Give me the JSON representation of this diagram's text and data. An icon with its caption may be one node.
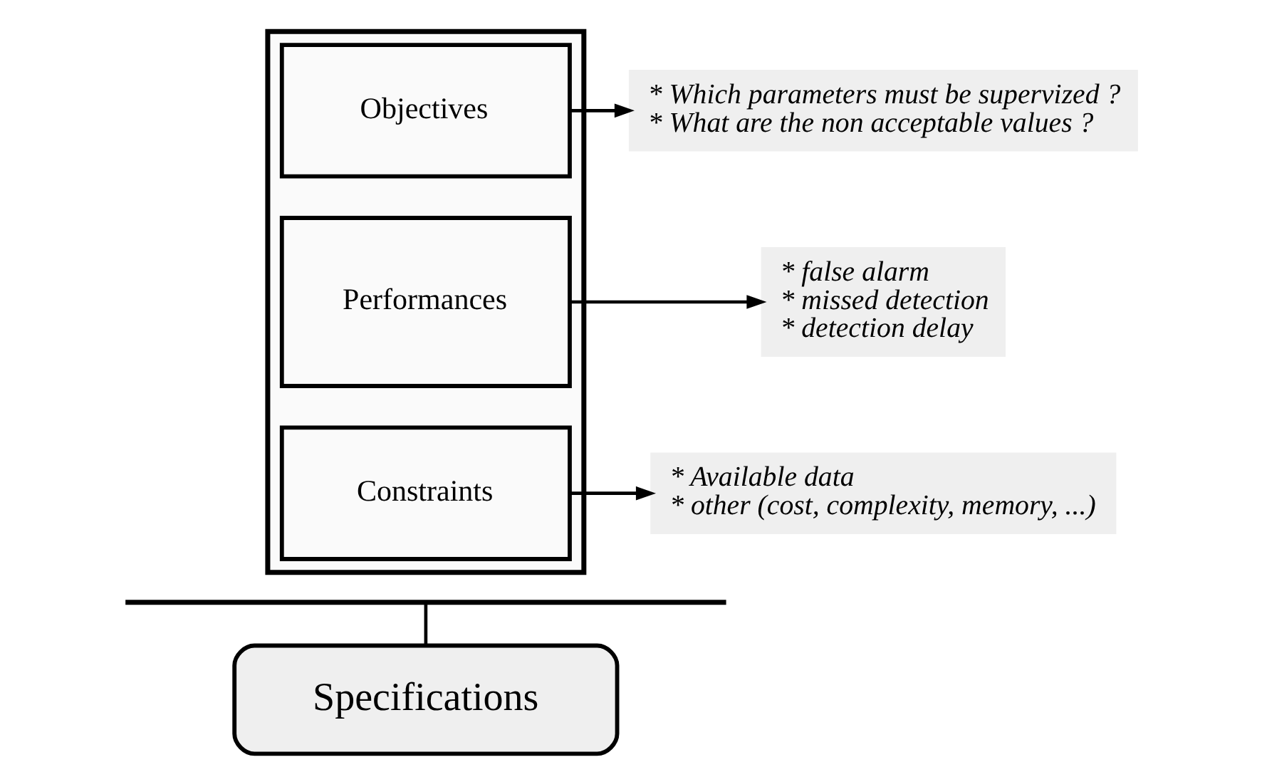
{
  "diagram": {
    "nodes": [
      {
        "text": [],
        "shape": "box"
      },
      {
        "text": [
          "Objectives"
        ],
        "in": 0
      },
      {
        "text": [
          "* Which parameters must be supervized ?",
          "* What are the non acceptable values ?"
        ]
      },
      {
        "text": [
          "Performances"
        ],
        "in": 0
      },
      {
        "text": [
          "* false alarm",
          "* missed detection",
          "* detection delay"
        ]
      },
      {
        "text": [
          "Constraints"
        ],
        "in": 0
      },
      {
        "text": [
          "* Available data",
          "* other (cost, complexity, memory, ...)"
        ]
      },
      {
        "text": [],
        "shape": "bar"
      },
      {
        "text": [
          "Specifications"
        ]
      }
    ],
    "edges": [
      {
        "from": 1,
        "to": 2,
        "arrow": "to"
      },
      {
        "from": 3,
        "to": 4,
        "arrow": "to"
      },
      {
        "from": 5,
        "to": 6,
        "arrow": "to"
      },
      {
        "from": 7,
        "to": 8,
        "arrow": "none"
      }
    ]
  }
}
